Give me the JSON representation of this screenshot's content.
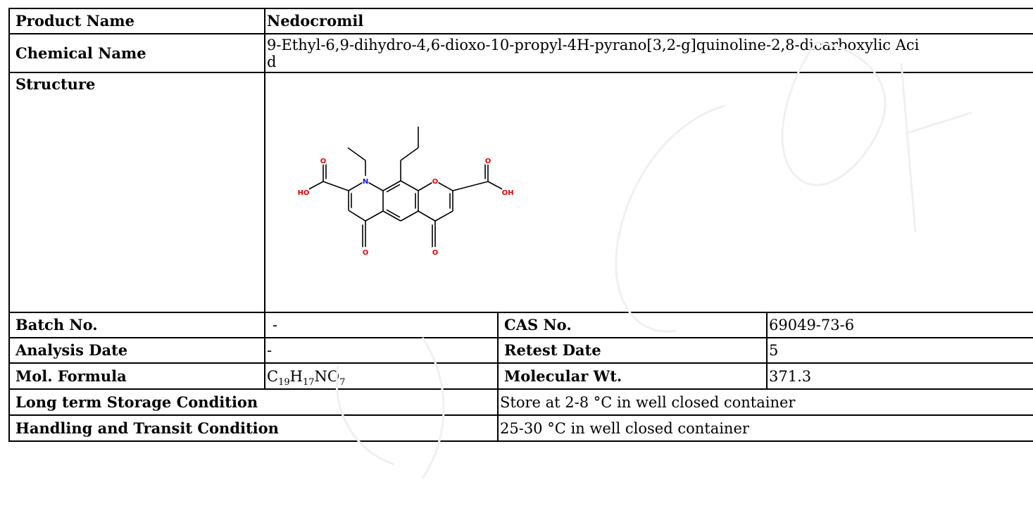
{
  "table": {
    "product_name_label": "Product Name",
    "product_name_value": "Nedocromil",
    "chemical_name_label": "Chemical Name",
    "chemical_name_value": "9-Ethyl-6,9-dihydro-4,6-dioxo-10-propyl-4H-pyrano[3,2-g]quinoline-2,8-dicarboxylic Acid",
    "structure_label": "Structure",
    "batch_label": "Batch No.",
    "batch_value": "-",
    "cas_label": "CAS No.",
    "cas_value": "69049-73-6",
    "analysis_date_label": "Analysis Date",
    "analysis_date_value": "-",
    "retest_label": "Retest Date",
    "retest_value": "5",
    "formula_label": "Mol. Formula",
    "formula_parts": {
      "c": "C",
      "c_count": "19",
      "h": "H",
      "h_count": "17",
      "no": "NO",
      "o_count": "7"
    },
    "mw_label": "Molecular Wt.",
    "mw_value": "371.3",
    "storage_label": "Long term Storage Condition",
    "storage_value": "Store at 2-8 °C in well closed container",
    "handling_label": "Handling and Transit Condition",
    "handling_value": "25-30 °C in well closed container"
  },
  "structure_atoms": {
    "n": "N",
    "o_ring": "O",
    "o_acid_left": "O",
    "ho_left": "HO",
    "o_acid_right": "O",
    "oh_right": "OH",
    "o_keto_left": "O",
    "o_keto_right": "O"
  },
  "colors": {
    "oxygen": "#e00000",
    "nitrogen": "#1010e0",
    "bond": "#000000",
    "watermark": "#f2f2f2",
    "border": "#000000"
  }
}
